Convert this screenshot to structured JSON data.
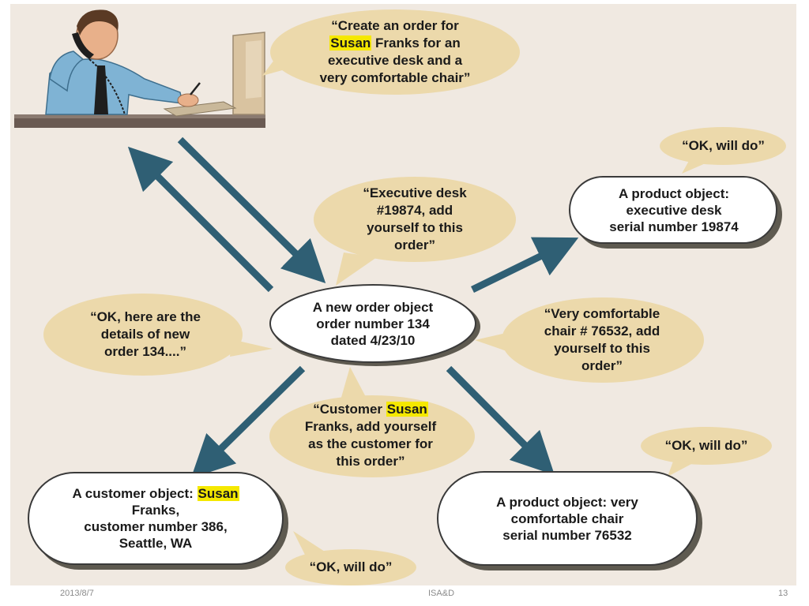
{
  "bubbles": {
    "create_order": {
      "pre": "“Create an order for",
      "hl": "Susan",
      "post": " Franks for an",
      "l3": "executive desk and a",
      "l4": "very comfortable chair”"
    },
    "ok_desk": "“OK, will do”",
    "exec_desk": [
      "“Executive desk",
      "#19874, add",
      "yourself to this",
      "order”"
    ],
    "ok_details": [
      "“OK, here are the",
      "details of new",
      "order 134....”"
    ],
    "chair": [
      "“Very comfortable",
      "chair # 76532, add",
      "yourself to this",
      "order”"
    ],
    "customer": {
      "pre": "“Customer ",
      "hl": "Susan",
      "l2": "Franks, add yourself",
      "l3": "as the customer for",
      "l4": "this order”"
    },
    "ok_chair": "“OK, will do”",
    "ok_customer": "“OK, will do”"
  },
  "objects": {
    "order": [
      "A new order object",
      "order number 134",
      "dated 4/23/10"
    ],
    "product_desk": [
      "A product object:",
      "executive desk",
      "serial number 19874"
    ],
    "customer": {
      "pre": "A customer object: ",
      "hl": "Susan",
      "l2": "Franks,",
      "l3": "customer number 386,",
      "l4": "Seattle, WA"
    },
    "product_chair": [
      "A product object: very",
      "comfortable chair",
      "serial number 76532"
    ]
  },
  "footer": {
    "date": "2013/8/7",
    "center": "ISA&D",
    "page": "13"
  },
  "colors": {
    "background": "#f0e9e1",
    "bubble": "#ecd9ab",
    "arrow": "#2f5f74",
    "highlight": "#f5e800"
  }
}
